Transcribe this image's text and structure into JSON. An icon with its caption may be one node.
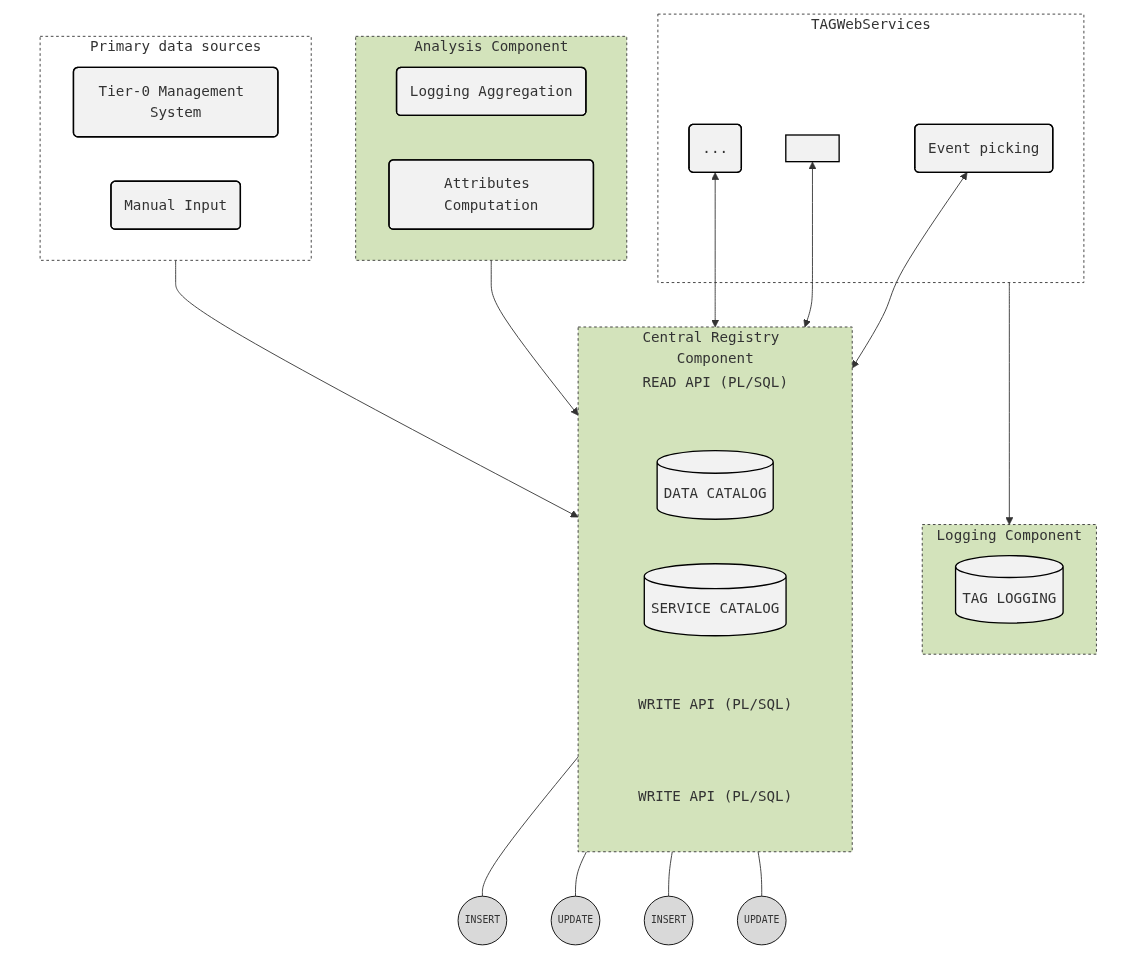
{
  "diagram": {
    "nodes": [
      {
        "text": [
          "TAGWebServices"
        ]
      },
      {
        "text": [
          "Event picking"
        ],
        "in": 0
      },
      {
        "text": [],
        "shape": "box",
        "in": 0
      },
      {
        "text": [
          "..."
        ],
        "in": 0
      },
      {
        "text": [
          "Logging Component"
        ]
      },
      {
        "text": [
          "TAG LOGGING"
        ],
        "in": 4
      },
      {
        "text": [
          "Central Registry Component"
        ]
      },
      {
        "text": [
          "READ API (PL/SQL)"
        ],
        "in": 6
      },
      {
        "text": [
          "DATA CATALOG"
        ],
        "in": 6
      },
      {
        "text": [
          "SERVICE CATALOG"
        ],
        "in": 6
      },
      {
        "text": [
          "WRITE API (PL/SQL)"
        ],
        "in": 6
      },
      {
        "text": [
          "WRITE API (PL/SQL)"
        ],
        "in": 6
      },
      {
        "text": [
          "Analysis Component"
        ]
      },
      {
        "text": [
          "Logging Aggregation"
        ],
        "in": 12
      },
      {
        "text": [
          "Attributes Computation"
        ],
        "in": 12
      },
      {
        "text": [
          "Primary data sources"
        ]
      },
      {
        "text": [
          "Tier-0 Management System"
        ],
        "in": 15
      },
      {
        "text": [
          "Manual Input"
        ],
        "in": 15
      },
      {
        "text": [
          "INSERT"
        ]
      },
      {
        "text": [
          "UPDATE"
        ]
      },
      {
        "text": [
          "INSERT"
        ]
      },
      {
        "text": [
          "UPDATE"
        ]
      }
    ],
    "edges": [
      {
        "from": 0,
        "to": 4,
        "arrow": "to"
      },
      {
        "from": 1,
        "to": 6,
        "arrow": "both"
      },
      {
        "from": 2,
        "to": 6,
        "arrow": "both"
      },
      {
        "from": 3,
        "to": 6,
        "arrow": "both"
      },
      {
        "from": 12,
        "to": 6,
        "arrow": "to"
      },
      {
        "from": 15,
        "to": 6,
        "arrow": "to"
      },
      {
        "from": 6,
        "to": 18,
        "arrow": "none"
      },
      {
        "from": 6,
        "to": 19,
        "arrow": "none"
      },
      {
        "from": 6,
        "to": 20,
        "arrow": "none"
      },
      {
        "from": 6,
        "to": 21,
        "arrow": "none"
      }
    ]
  }
}
